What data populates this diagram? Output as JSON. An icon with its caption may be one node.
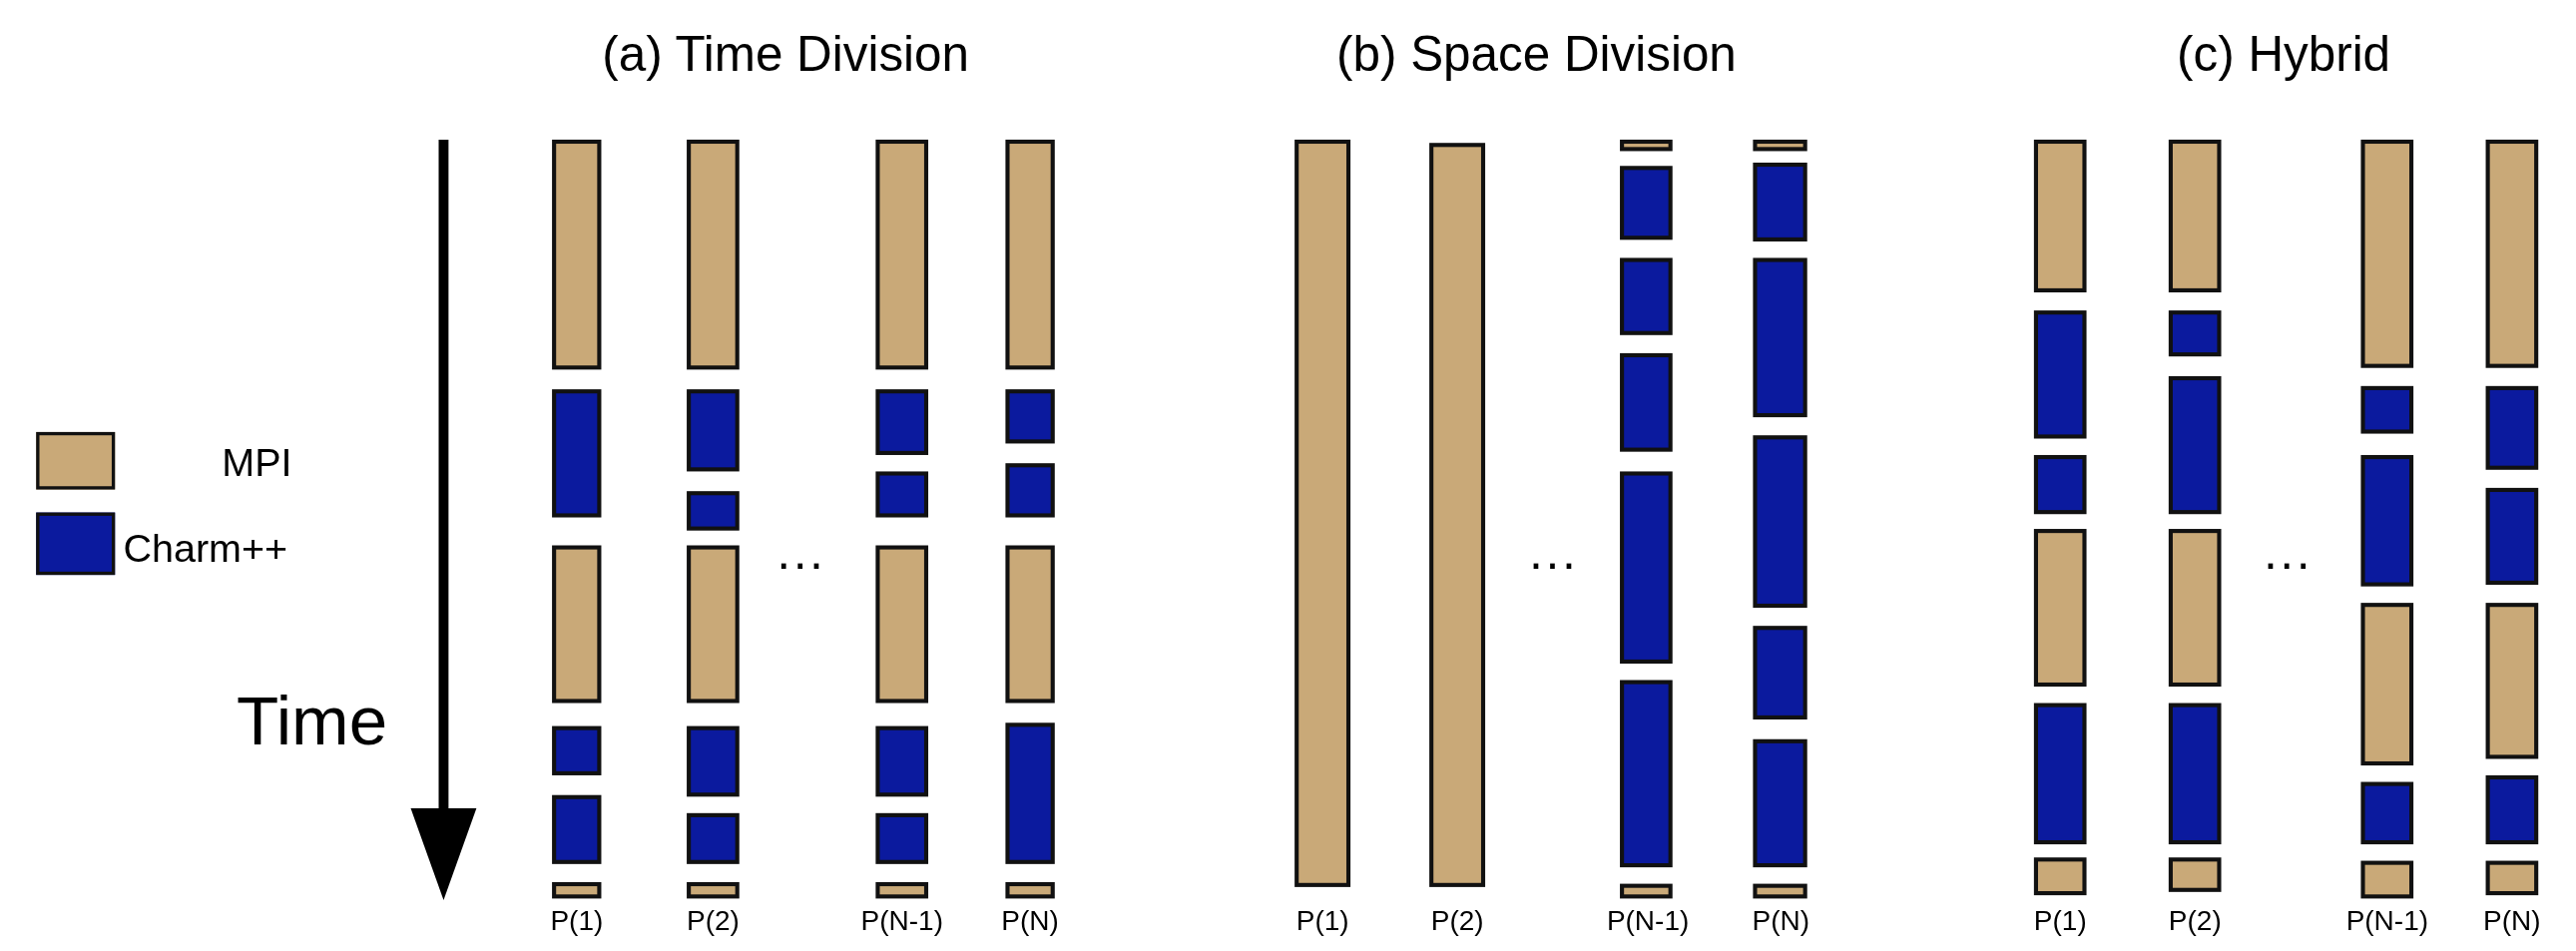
{
  "diagram": {
    "labels": [
      "(a) Time Division",
      "(b) Space Division",
      "(c) Hybrid",
      "Time",
      "···",
      "···",
      "···",
      "P(1)",
      "P(2)",
      "P(N-1)",
      "P(N)",
      "P(1)",
      "P(2)",
      "P(N-1)",
      "P(N)",
      "P(1)",
      "P(2)",
      "P(N-1)",
      "P(N)"
    ],
    "legend": [
      {
        "text": "MPI",
        "color": "#c9a978"
      },
      {
        "text": "Charm++",
        "color": "#0b1a9e"
      }
    ]
  }
}
